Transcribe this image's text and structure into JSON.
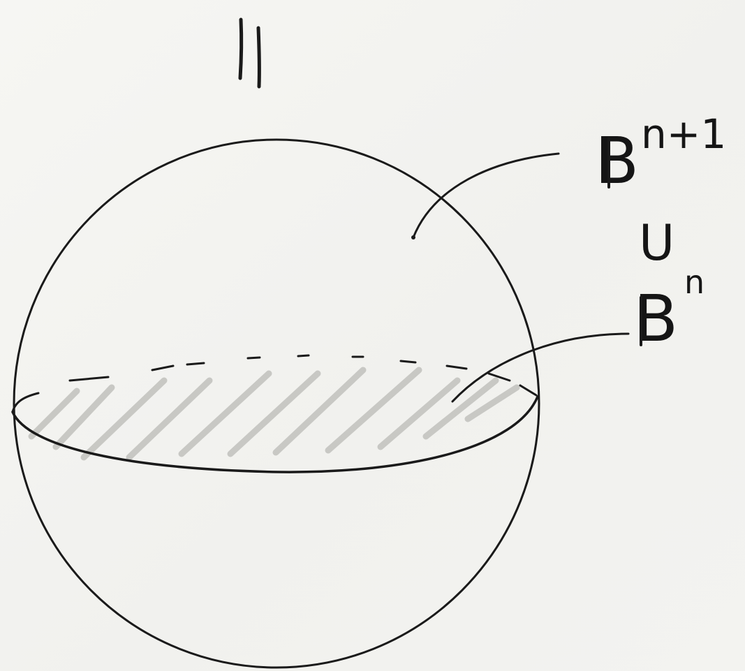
{
  "diagram": {
    "top_symbol": "||",
    "ball_label": "B",
    "ball_exponent": "n+1",
    "union_symbol": "U",
    "disk_label": "B",
    "disk_exponent": "n"
  },
  "colors": {
    "ink": "#1a1a1a",
    "hatch": "#c4c4c0",
    "paper": "#f4f4f1"
  }
}
